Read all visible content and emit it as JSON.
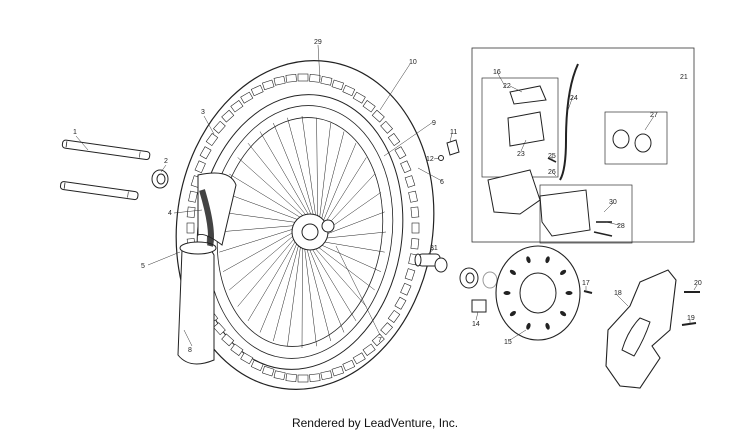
{
  "diagram": {
    "callouts": [
      "1",
      "2",
      "3",
      "4",
      "5",
      "6",
      "7",
      "8",
      "9",
      "10",
      "11",
      "12",
      "14",
      "15",
      "16",
      "17",
      "18",
      "19",
      "20",
      "21",
      "22",
      "23",
      "24",
      "25",
      "26",
      "27",
      "28",
      "29",
      "30",
      "31"
    ]
  },
  "footer": {
    "credit": "Rendered by LeadVenture, Inc."
  }
}
